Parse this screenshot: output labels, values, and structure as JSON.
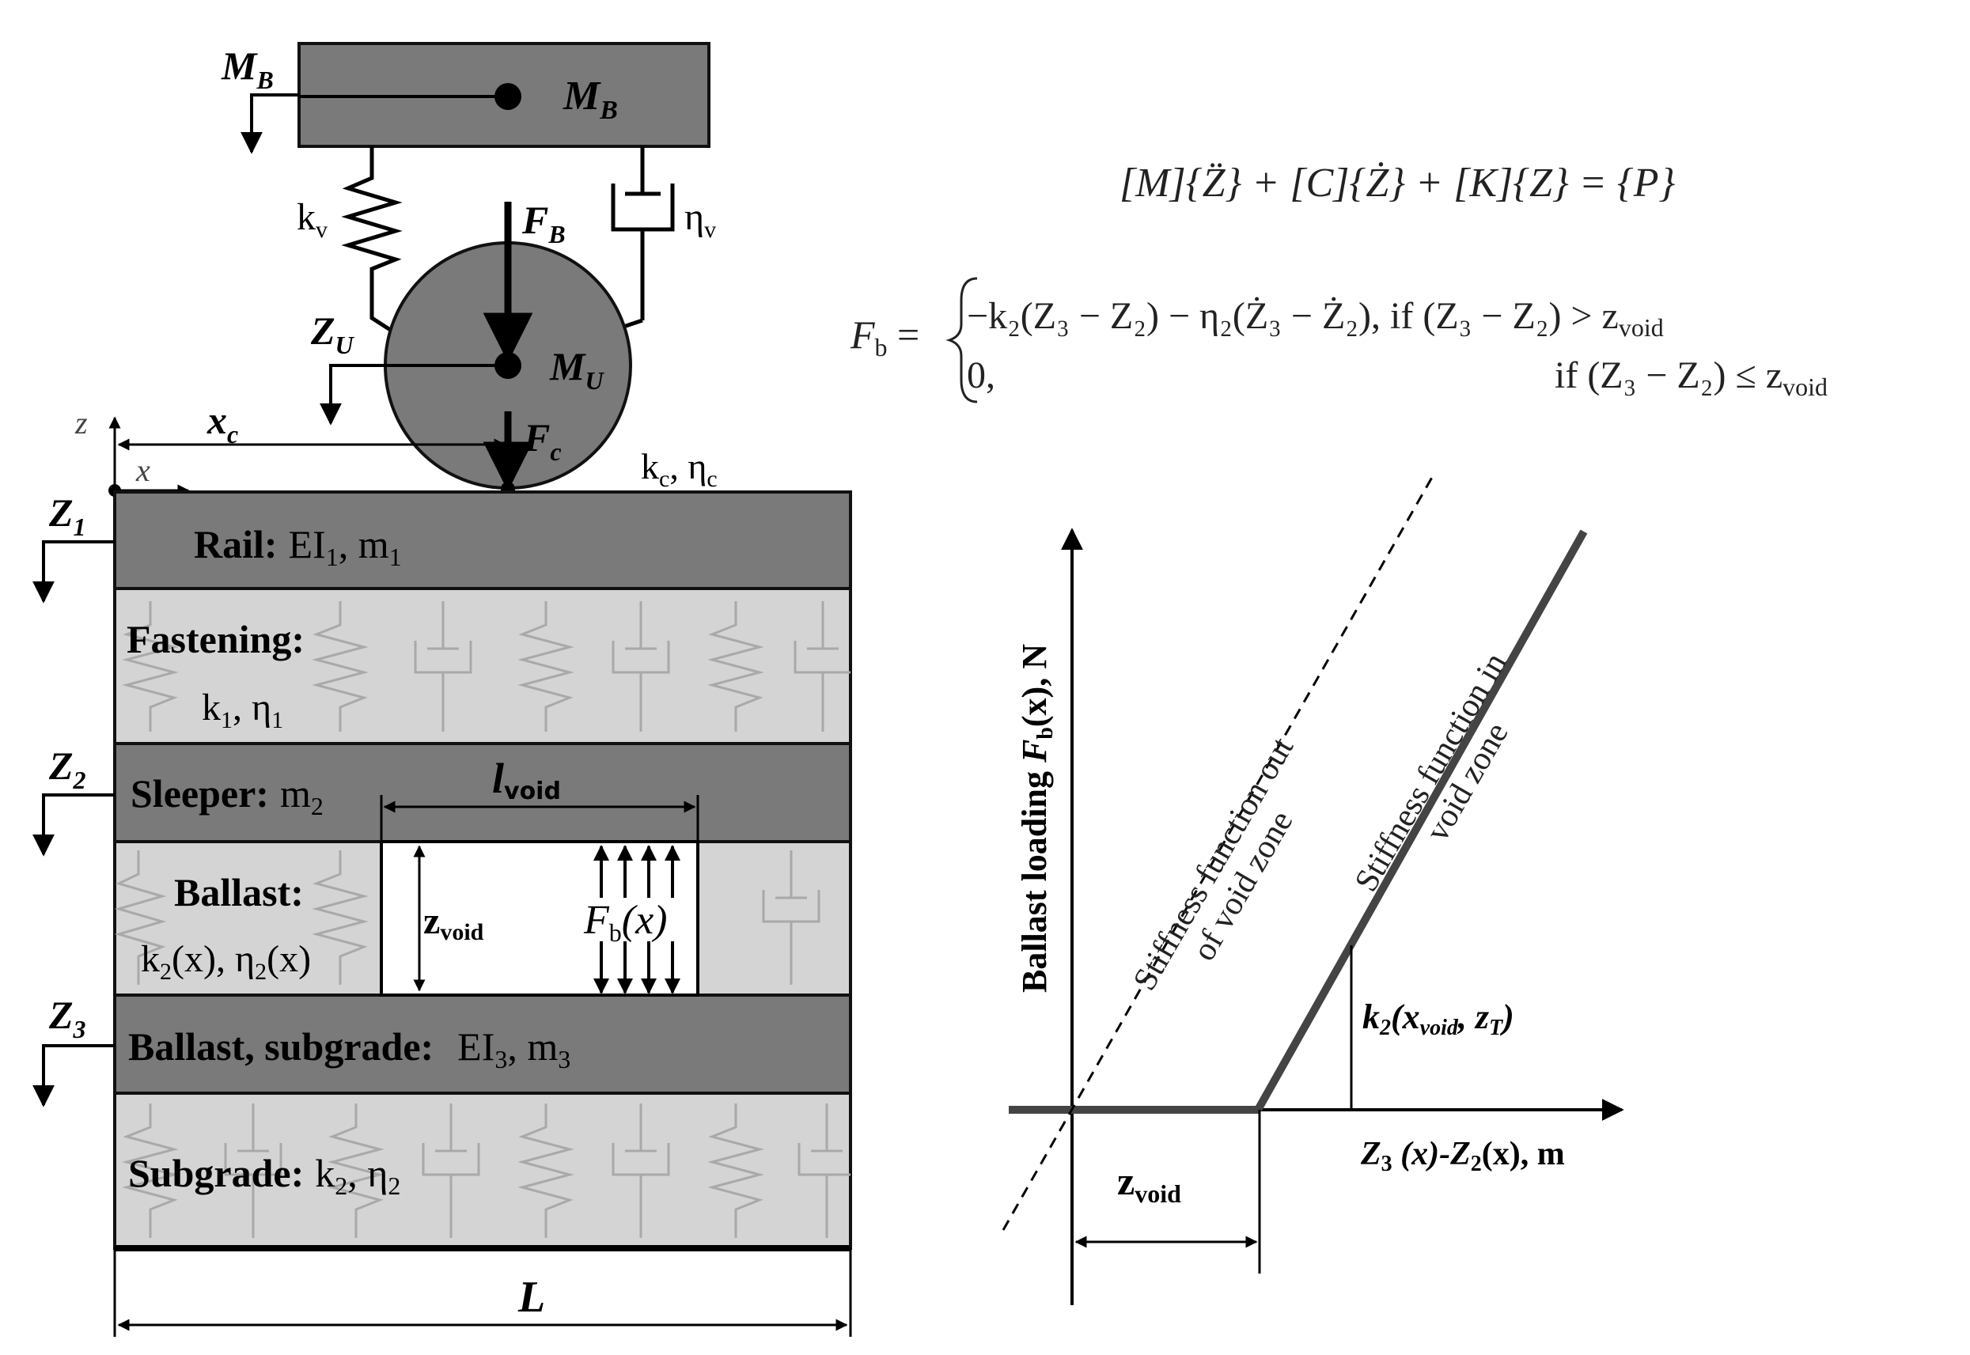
{
  "vehicle": {
    "body_mass_label": "M",
    "body_mass_sub": "B",
    "body_disp_label": "M",
    "body_disp_sub": "B",
    "spring_label": "k",
    "spring_sub": "v",
    "damper_label": "η",
    "damper_sub": "v",
    "force_body_label": "F",
    "force_body_sub": "B",
    "wheel_disp_label": "Z",
    "wheel_disp_sub": "U",
    "wheel_mass_label": "M",
    "wheel_mass_sub": "U",
    "contact_force_label": "F",
    "contact_force_sub": "c",
    "contact_params": "k",
    "contact_params_sub": "c",
    "contact_params_mid": ", η",
    "contact_params_sub2": "c",
    "position_label": "x",
    "position_sub": "c"
  },
  "axes_local": {
    "z": "z",
    "x": "x"
  },
  "track": {
    "rail": {
      "title": "Rail:",
      "params": "EI",
      "p_sub": "1",
      "mid": ", m",
      "m_sub": "1"
    },
    "fastening": {
      "title": "Fastening:",
      "params": "k",
      "p_sub": "1",
      "mid": ", η",
      "m_sub": "1"
    },
    "sleeper": {
      "title": "Sleeper:",
      "params": "m",
      "p_sub": "2"
    },
    "ballast": {
      "title": "Ballast:",
      "params_a": "k",
      "a_sub": "2",
      "a_arg": "(x), η",
      "b_sub": "2",
      "b_arg": "(x)"
    },
    "ballast_subgrade": {
      "title": "Ballast, subgrade:",
      "params": "EI",
      "p_sub": "3",
      "mid": ", m",
      "m_sub": "3"
    },
    "subgrade": {
      "title": "Subgrade:",
      "params": "k",
      "p_sub": "2",
      "mid": ", η",
      "m_sub": "2"
    },
    "length_label": "L",
    "void_length_label": "l",
    "void_length_sub": "void",
    "void_depth_label": "z",
    "void_depth_sub": "void",
    "void_force_label": "F",
    "void_force_sub": "b",
    "void_force_arg": "(x)",
    "z1": "Z",
    "z1_sub": "1",
    "z2": "Z",
    "z2_sub": "2",
    "z3": "Z",
    "z3_sub": "3"
  },
  "equations": {
    "motion": "[M]{Z̈} + [C]{Ż} + [K]{Z} = {P}",
    "fb_lhs": "F",
    "fb_lhs_sub": "b",
    "fb_case1": "−k₂(Z₃ − Z₂) − η₂(Ż₃ − Ż₂), if (Z₃ − Z₂) > z",
    "fb_case1_sub": "void",
    "fb_case2_left": "0,",
    "fb_case2_right": "if (Z₃ − Z₂) ≤ z",
    "fb_case2_sub": "void"
  },
  "graph": {
    "ylabel_text": "Ballast loading ",
    "ylabel_sym": "F",
    "ylabel_sub": "b",
    "ylabel_tail": "(x), N",
    "xlabel_a": "Z",
    "xlabel_a_sub": "3",
    "xlabel_mid": " (x)-",
    "xlabel_b": "Z",
    "xlabel_b_sub": "2",
    "xlabel_tail": "(x), m",
    "dashed_label_1": "Stiffness function out",
    "dashed_label_2": "of void zone",
    "solid_label_1": "Stiffness function in",
    "solid_label_2": "void zone",
    "slope_label": "k",
    "slope_sub": "2",
    "slope_args_a": "(x",
    "slope_args_sub": "void",
    "slope_args_b": ", z",
    "slope_args_sub2": "T",
    "slope_args_c": ")",
    "zvoid_label": "z",
    "zvoid_sub": "void"
  }
}
